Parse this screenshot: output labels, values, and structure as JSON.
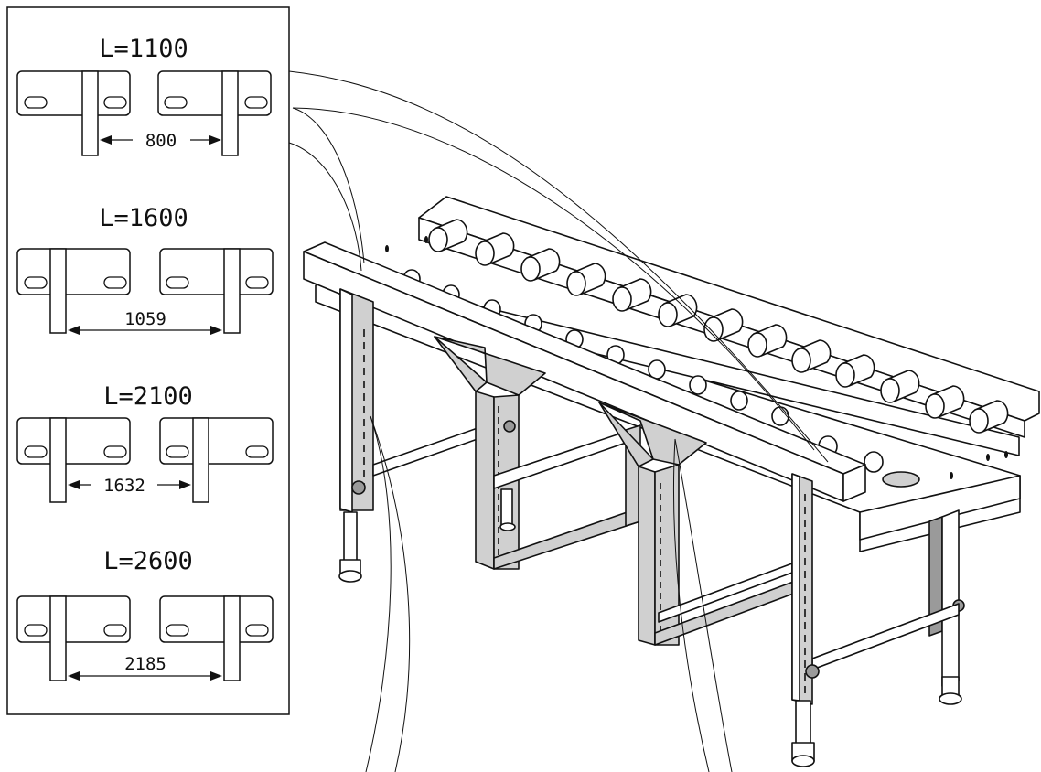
{
  "colors": {
    "line": "#111111",
    "fill_light": "#ffffff",
    "fill_grey": "#d0d0d0",
    "fill_dark": "#9a9a9a"
  },
  "configurations": [
    {
      "length_label": "L=1100",
      "spacing_label": "800"
    },
    {
      "length_label": "L=1600",
      "spacing_label": "1059"
    },
    {
      "length_label": "L=2100",
      "spacing_label": "1632"
    },
    {
      "length_label": "L=2600",
      "spacing_label": "2185"
    }
  ],
  "icons": {
    "bracket": "leg-bracket-plate-icon",
    "conveyor": "roller-conveyor-illustration"
  }
}
